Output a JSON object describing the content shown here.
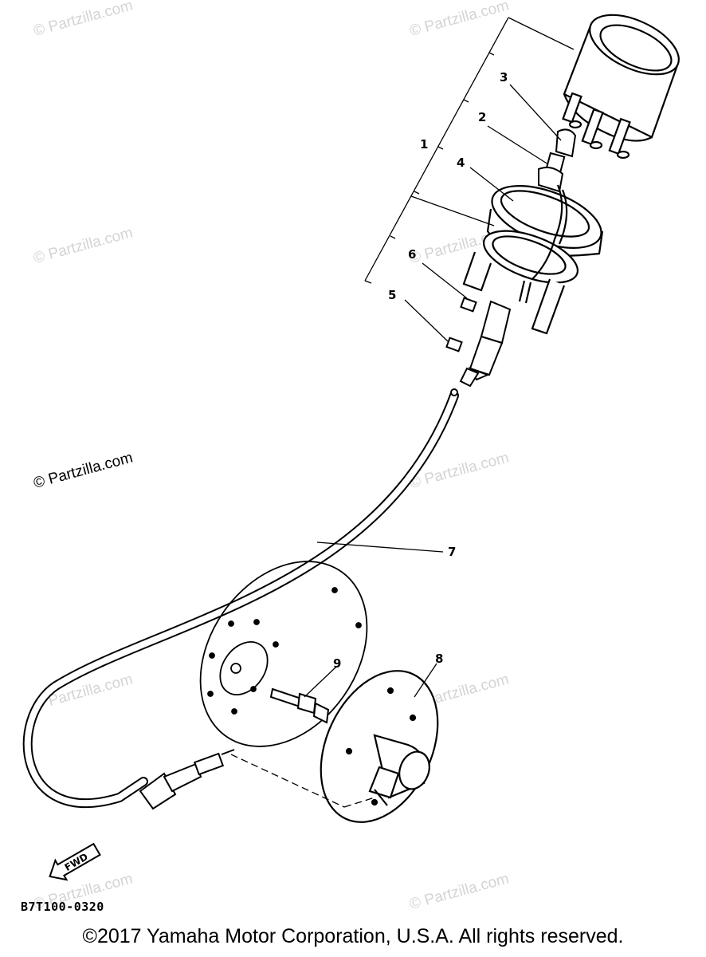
{
  "watermark": {
    "text": "© Partzilla.com",
    "color": "#d4d4d4"
  },
  "callouts": [
    "1",
    "2",
    "3",
    "4",
    "5",
    "6",
    "7",
    "8",
    "9"
  ],
  "fwd_label": "FWD",
  "diagram_code": "B7T100-0320",
  "copyright": "©2017 Yamaha Motor Corporation, U.S.A. All rights reserved."
}
